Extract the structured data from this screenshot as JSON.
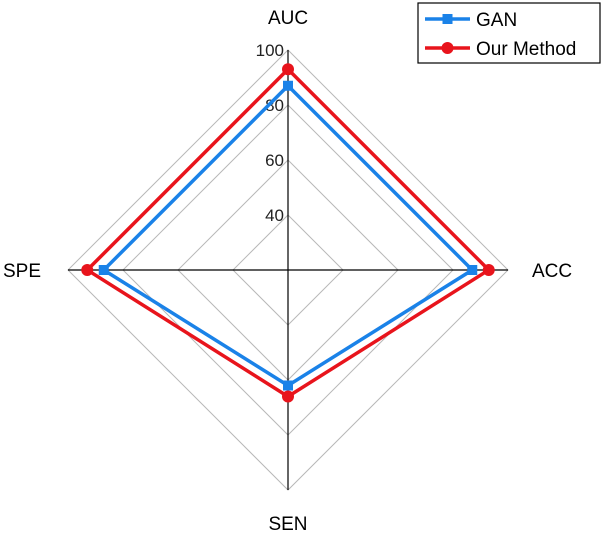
{
  "chart_data": {
    "type": "radar",
    "axes": [
      "AUC",
      "ACC",
      "SEN",
      "SPE"
    ],
    "r_range": [
      20,
      100
    ],
    "ticks": [
      40,
      60,
      80,
      100
    ],
    "grid": true,
    "legend_position": "top-right",
    "series": [
      {
        "name": "GAN",
        "values": [
          87,
          87,
          62,
          87
        ],
        "color": "#1a82e8",
        "marker": "square"
      },
      {
        "name": "Our Method",
        "values": [
          93,
          93,
          66,
          93
        ],
        "color": "#e8141c",
        "marker": "circle"
      }
    ]
  }
}
